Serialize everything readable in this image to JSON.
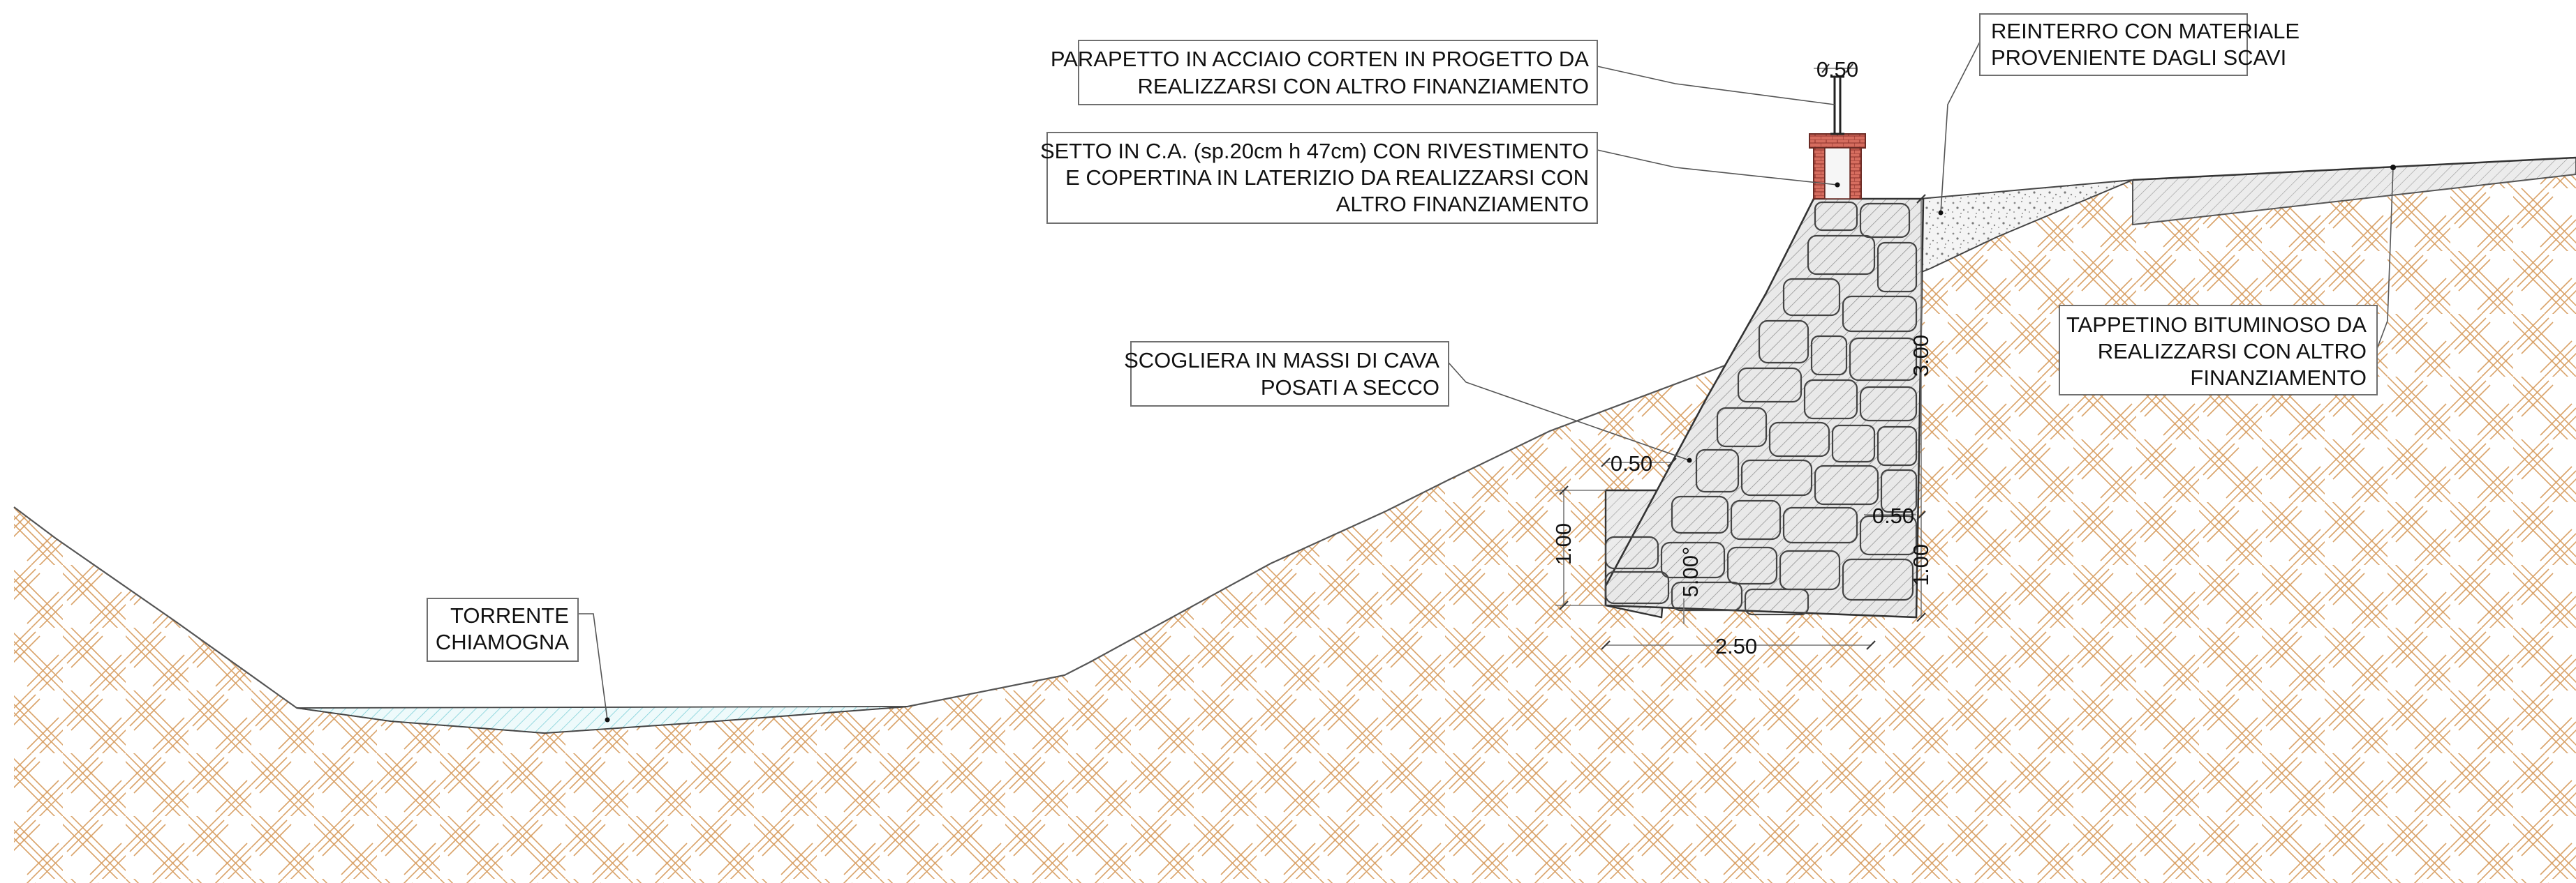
{
  "labels": {
    "parapetto": [
      "PARAPETTO IN ACCIAIO CORTEN IN PROGETTO DA",
      "REALIZZARSI CON ALTRO FINANZIAMENTO"
    ],
    "setto": [
      "SETTO IN C.A. (sp.20cm h 47cm) CON RIVESTIMENTO",
      "E COPERTINA IN LATERIZIO DA REALIZZARSI CON",
      "ALTRO FINANZIAMENTO"
    ],
    "reinterro": [
      "REINTERRO CON MATERIALE",
      "PROVENIENTE DAGLI SCAVI"
    ],
    "tappetino": [
      "TAPPETINO BITUMINOSO DA",
      "REALIZZARSI CON ALTRO",
      "FINANZIAMENTO"
    ],
    "scogliera": [
      "SCOGLIERA IN MASSI DI CAVA",
      "POSATI A SECCO"
    ],
    "torrente": [
      "TORRENTE",
      "CHIAMOGNA"
    ]
  },
  "dimensions": {
    "parapetto_height": "0.50",
    "wall_height": "3.00",
    "top_offset": "0.50",
    "base_offset": "0.50",
    "foundation_height_right": "1.00",
    "foundation_height_left": "1.00",
    "base_width": "2.50",
    "base_slope": "5.00°"
  },
  "colors": {
    "soil_hatch": "#d9a36a",
    "water_hatch": "#7fd0d8",
    "brick": "#c0504d",
    "outline": "#444444"
  }
}
